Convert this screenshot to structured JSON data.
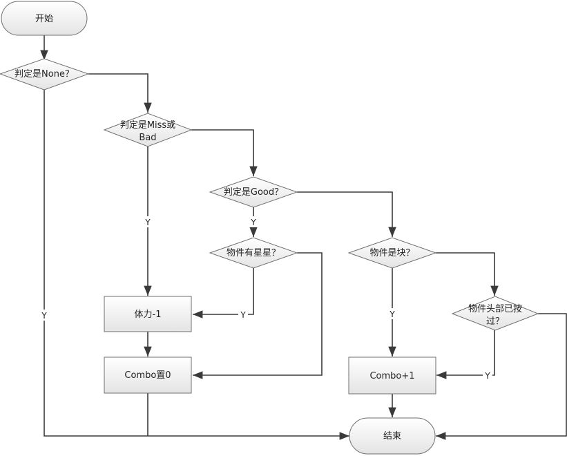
{
  "nodes": {
    "start": "开始",
    "d_none": "判定是None？",
    "d_missbad_1": "判定是Miss或",
    "d_missbad_2": "Bad",
    "d_good": "判定是Good？",
    "d_star": "物件有星星？",
    "d_block": "物件是块？",
    "d_head_1": "物件头部已按",
    "d_head_2": "过？",
    "hp": "体力-1",
    "combo_zero": "Combo置0",
    "combo_plus": "Combo+1",
    "end": "结束"
  },
  "edge_labels": {
    "y_none": "Y",
    "y_missbad": "Y",
    "y_good": "Y",
    "y_star": "Y",
    "y_block": "Y",
    "y_head": "Y"
  },
  "colors": {
    "fill_top": "#ffffff",
    "fill_bottom": "#e4e4e4",
    "stroke": "#6e6e6e",
    "edge": "#3a3a3a"
  }
}
